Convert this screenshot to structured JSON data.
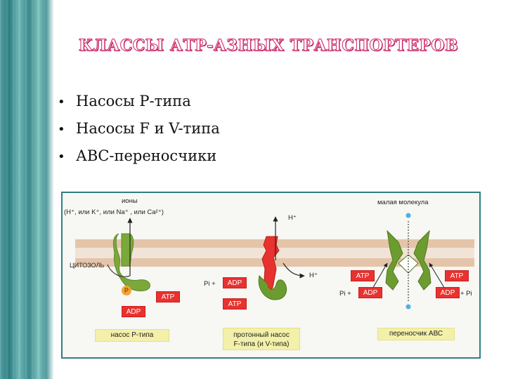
{
  "title": "КЛАССЫ АТР-АЗНЫХ ТРАНСПОРТЕРОВ",
  "bullets": [
    "Насосы Р-типа",
    "Насосы F и V-типа",
    "АВС-переносчики"
  ],
  "bullet_symbol": "•",
  "figure": {
    "p_type": {
      "ions_label": "ионы",
      "ions_list": "(H⁺, или K⁺, или Na⁺ , или Ca²⁺)",
      "cytosol_label": "ЦИТОЗОЛЬ",
      "p_label": "P",
      "atp": "ATP",
      "adp": "ADP",
      "caption": "насос Р-типа"
    },
    "f_type": {
      "h_top": "H⁺",
      "h_right": "H⁺",
      "pi_label": "Pi +",
      "adp": "ADP",
      "atp": "ATP",
      "caption_line1": "протонный насос",
      "caption_line2": "F-типа (и V-типа)"
    },
    "abc": {
      "molecule_label": "малая молекула",
      "atp_left": "ATP",
      "atp_right": "ATP",
      "adp_left": "ADP",
      "adp_right": "ADP",
      "pi_left": "Pi +",
      "pi_right": "+ Pi",
      "caption": "переносчик АВС"
    }
  },
  "colors": {
    "accent_title_outline": "#d02a6a",
    "band": "#2f7f83",
    "membrane": "#e4c5aa",
    "green_protein": "#7aa83b",
    "red_protein": "#e8322f",
    "caption_box": "#f3f0a9",
    "phosphate": "#f2a531"
  }
}
